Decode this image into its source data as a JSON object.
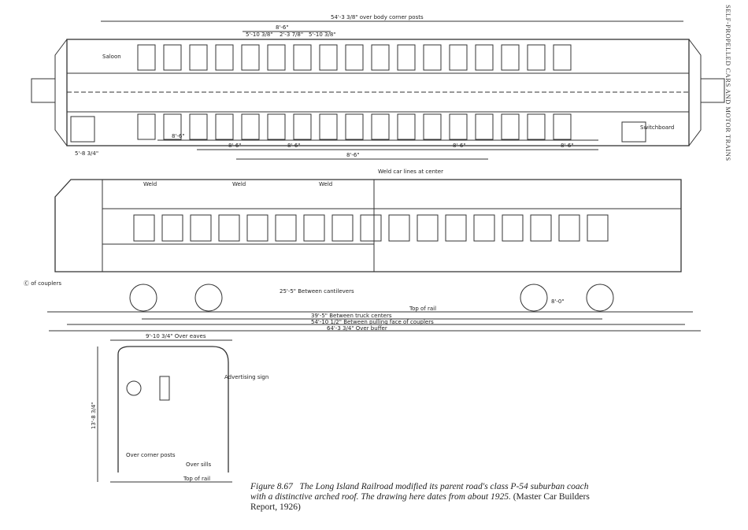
{
  "running_head": "SELF-PROPELLED CARS AND MOTOR TRAINS",
  "caption": {
    "figure_label": "Figure 8.67",
    "text": "The Long Island Railroad modified its parent road's class P-54 suburban coach with a distinctive arched roof. The drawing here dates from about 1925.",
    "source": "(Master Car Builders Report, 1926)"
  },
  "plan_view": {
    "overall_dim": "54'-3 3/8\" over body corner posts",
    "dims_top": [
      "8'-6\"",
      "5'-10 3/8\"",
      "2'-3 7/8\"",
      "5'-10 3/8\""
    ],
    "saloon": "Saloon",
    "switchboard": "Switchboard",
    "end_dim": "5'-8 3/4\"",
    "bay_dims": [
      "8'-6\"",
      "8'-6\"",
      "8'-6\"",
      "8'-6\"",
      "8'-6\"",
      "8'-6\""
    ]
  },
  "elevation": {
    "weld_labels": [
      "Weld",
      "Weld",
      "Weld"
    ],
    "weld_center": "Weld car lines at center",
    "couplers": "Ⓒ of couplers",
    "cantilevers": "25'-5\" Between cantilevers",
    "top_of_rail": "Top of rail",
    "truck_centers": "39'-5\" Between truck centers",
    "pulling_face": "54'-10 1/2\" Between pulling face of couplers",
    "over_buffer": "64'-3 3/4\" Over buffer",
    "wheel_dim": "8'-0\""
  },
  "section": {
    "over_eaves": "9'-10 3/4\" Over eaves",
    "advertising_sign": "Advertising sign",
    "over_corner_posts": "Over corner posts",
    "over_sills": "Over sills",
    "top_of_rail": "Top of rail",
    "height": "13'-8 3/4\""
  }
}
